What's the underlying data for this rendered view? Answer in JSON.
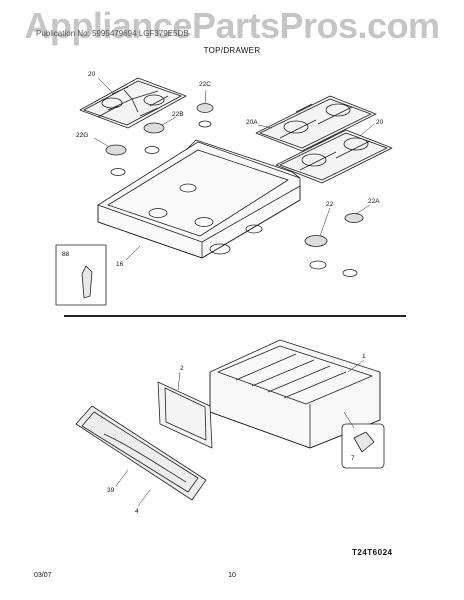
{
  "page": {
    "watermark": "AppliancePartsPros.com",
    "header_line": "Publication No: 5995479694     LGF379E5DB",
    "section_title": "TOP/DRAWER",
    "diagram_code": "T24T6024",
    "footer_date": "03/07",
    "footer_page": "10"
  },
  "top_callouts": {
    "c20_left": "20",
    "c22c": "22C",
    "c22b": "22B",
    "c22g": "22G",
    "c20a": "20A",
    "c20_right": "20",
    "c22": "22",
    "c22a": "22A",
    "c16": "16",
    "c88": "88"
  },
  "bottom_callouts": {
    "c1": "1",
    "c2": "2",
    "c7": "7",
    "c39": "39",
    "c4": "4"
  }
}
